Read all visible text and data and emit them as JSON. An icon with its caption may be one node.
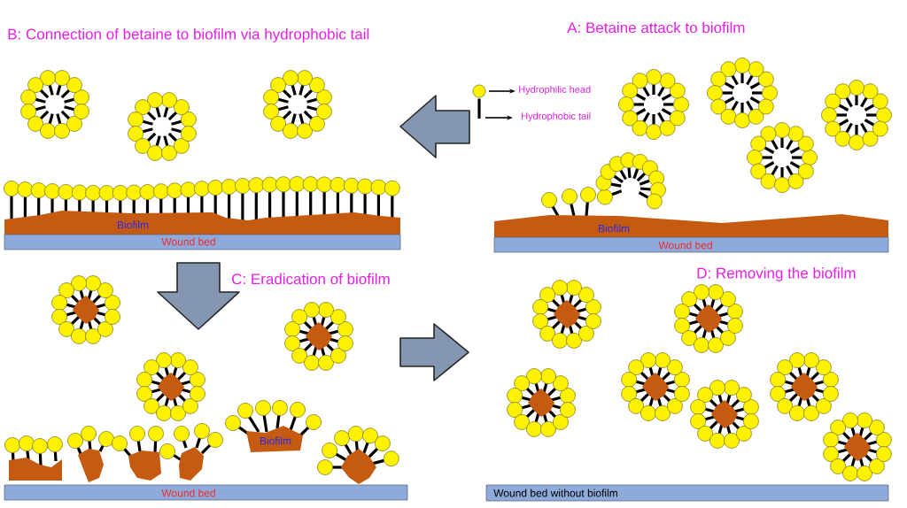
{
  "diagram": {
    "nodes": [
      {
        "text": [
          "Biofilm"
        ]
      },
      {
        "text": [
          "Wound bed"
        ]
      },
      {
        "text": [
          "Biofilm"
        ]
      },
      {
        "text": [
          "Wound bed"
        ]
      },
      {
        "text": [
          "Biofilm"
        ]
      },
      {
        "text": [
          "Wound bed"
        ]
      },
      {
        "text": [
          "Wound bed without biofilm"
        ]
      }
    ],
    "labels": [
      "B: Connection of betaine to biofilm via hydrophobic tail",
      "A: Betaine attack to biofilm",
      "C: Eradication of biofilm",
      "D: Removing the biofilm"
    ],
    "legend": [
      {
        "text": "Hydrophilic head"
      },
      {
        "text": "Hydrophobic tail"
      }
    ]
  }
}
